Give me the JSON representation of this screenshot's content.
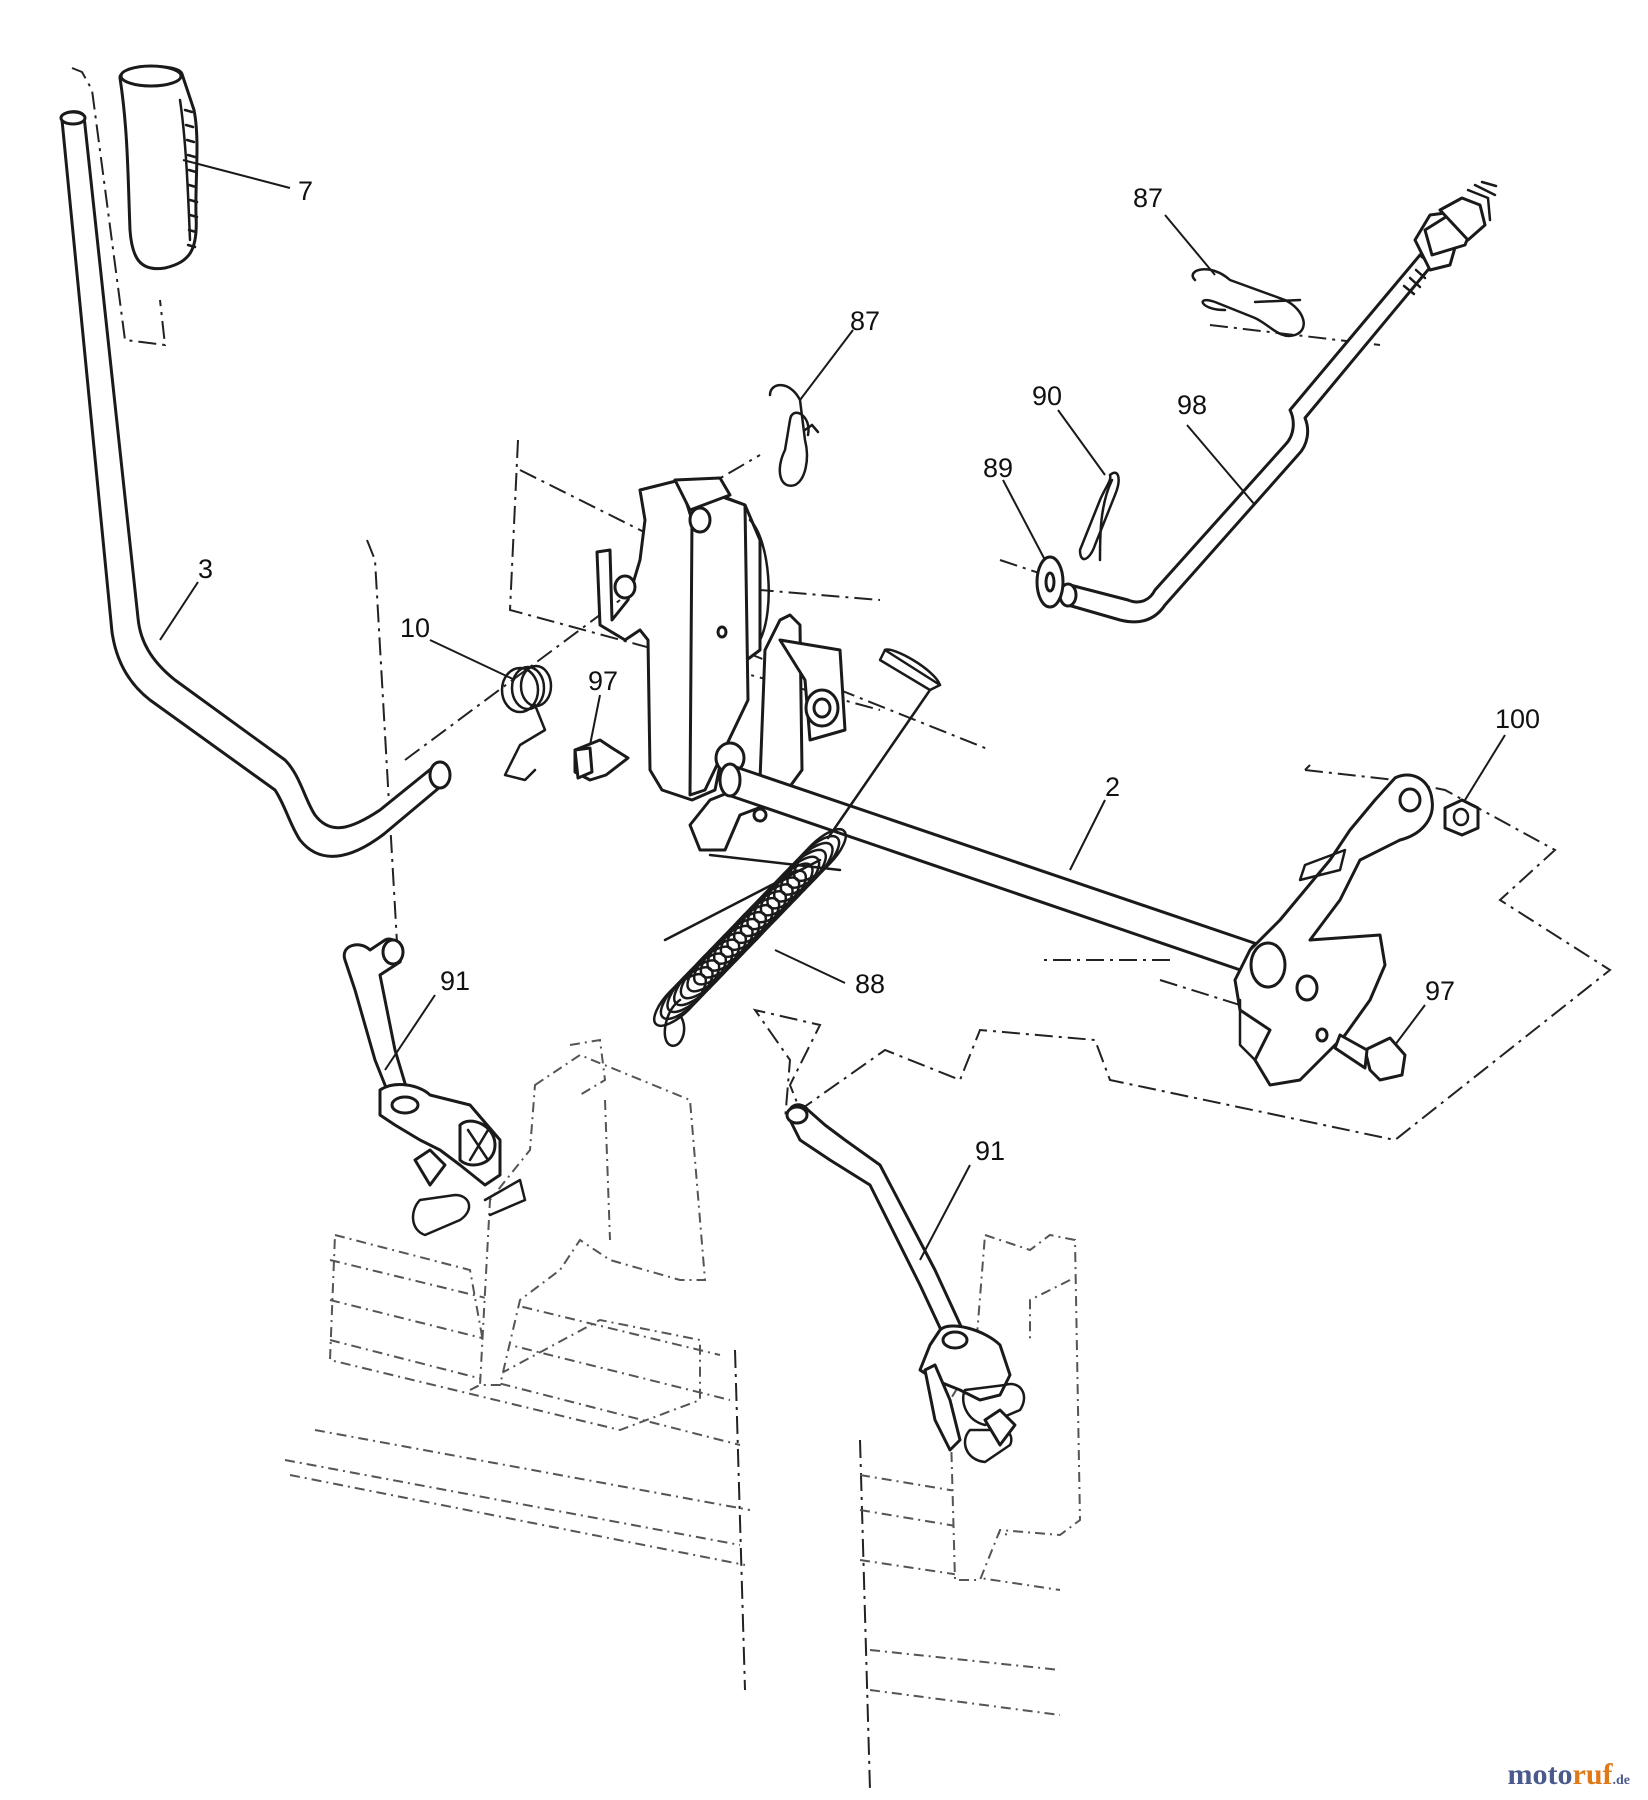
{
  "callouts": [
    {
      "id": "7",
      "label": "7"
    },
    {
      "id": "87a",
      "label": "87"
    },
    {
      "id": "87b",
      "label": "87"
    },
    {
      "id": "90",
      "label": "90"
    },
    {
      "id": "98",
      "label": "98"
    },
    {
      "id": "89",
      "label": "89"
    },
    {
      "id": "3",
      "label": "3"
    },
    {
      "id": "10",
      "label": "10"
    },
    {
      "id": "97a",
      "label": "97"
    },
    {
      "id": "100",
      "label": "100"
    },
    {
      "id": "2",
      "label": "2"
    },
    {
      "id": "91a",
      "label": "91"
    },
    {
      "id": "88",
      "label": "88"
    },
    {
      "id": "97b",
      "label": "97"
    },
    {
      "id": "91b",
      "label": "91"
    }
  ],
  "watermark": {
    "part1": "moto",
    "part2": "ruf",
    "part3": ".de"
  }
}
